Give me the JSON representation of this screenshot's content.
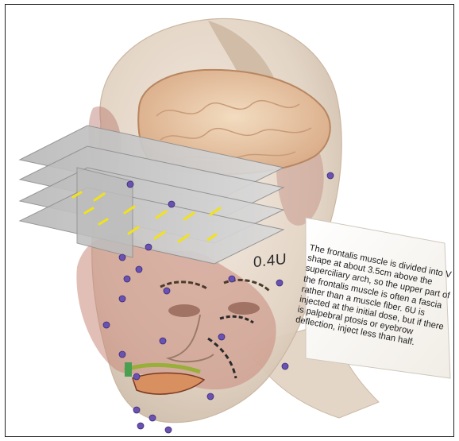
{
  "annotation": {
    "dose": "0.4U",
    "note": "The frontalis muscle is divided into V shape at about 3.5cm above the superciliary arch, so the upper part of the frontalis muscle is often a fascia rather than a muscle fiber. 6U is injected at the initial dose, but if there is palpebral ptosis or eyebrow deflection, inject less than half."
  },
  "illustration": {
    "subject": "head-3d-model",
    "colors": {
      "skin": "#e6d8c8",
      "muscle": "#b5766a",
      "brain": "#e9c9a8",
      "plane": "#c8c8c8",
      "injection_mark": "#f2e21a",
      "landmark_dot": "#6a52b0"
    }
  }
}
